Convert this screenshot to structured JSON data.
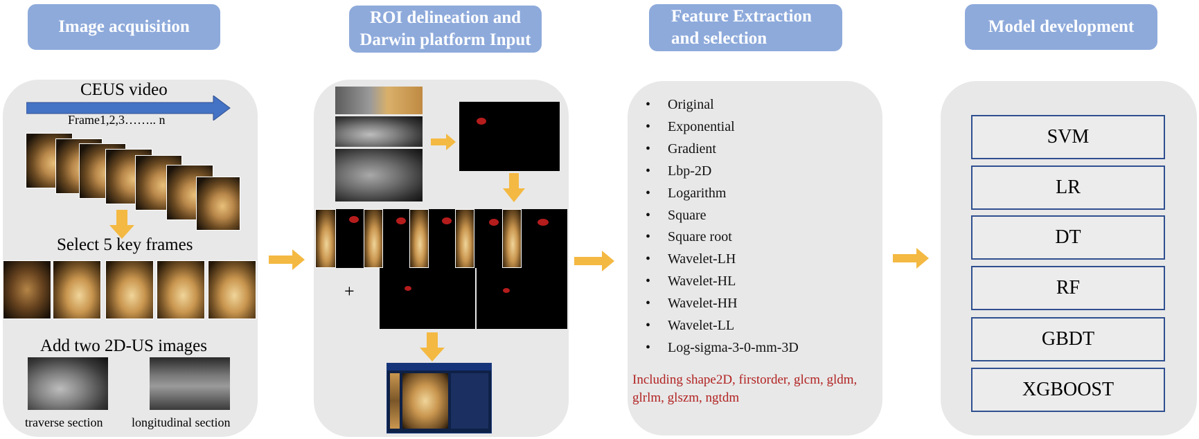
{
  "headers": {
    "h1": "Image acquisition",
    "h2_line1": "ROI delineation and",
    "h2_line2": "Darwin platform Input",
    "h3_line1": "Feature Extraction",
    "h3_line2": "and selection",
    "h4": "Model development"
  },
  "acquisition": {
    "video_label": "CEUS video",
    "frames_label": "Frame1,2,3…….. n",
    "select_label": "Select 5 key frames",
    "add_label": "Add two 2D-US images",
    "traverse_label": "traverse section",
    "longitudinal_label": "longitudinal section"
  },
  "roi": {
    "plus": "+"
  },
  "features": {
    "items": [
      "Original",
      "Exponential",
      "Gradient",
      "Lbp-2D",
      "Logarithm",
      "Square",
      "Square root",
      "Wavelet-LH",
      "Wavelet-HL",
      "Wavelet-HH",
      "Wavelet-LL",
      "Log-sigma-3-0-mm-3D"
    ],
    "note": "Including shape2D, firstorder, glcm, gldm, glrlm, glszm, ngtdm"
  },
  "models": [
    "SVM",
    "LR",
    "DT",
    "RF",
    "GBDT",
    "XGBOOST"
  ],
  "colors": {
    "header_bg": "#8eaadb",
    "panel_bg": "#e8e8e8",
    "arrow_yellow": "#f4b942",
    "arrow_blue": "#4472c4",
    "note_red": "#b22222",
    "box_border": "#2f4f8f"
  }
}
